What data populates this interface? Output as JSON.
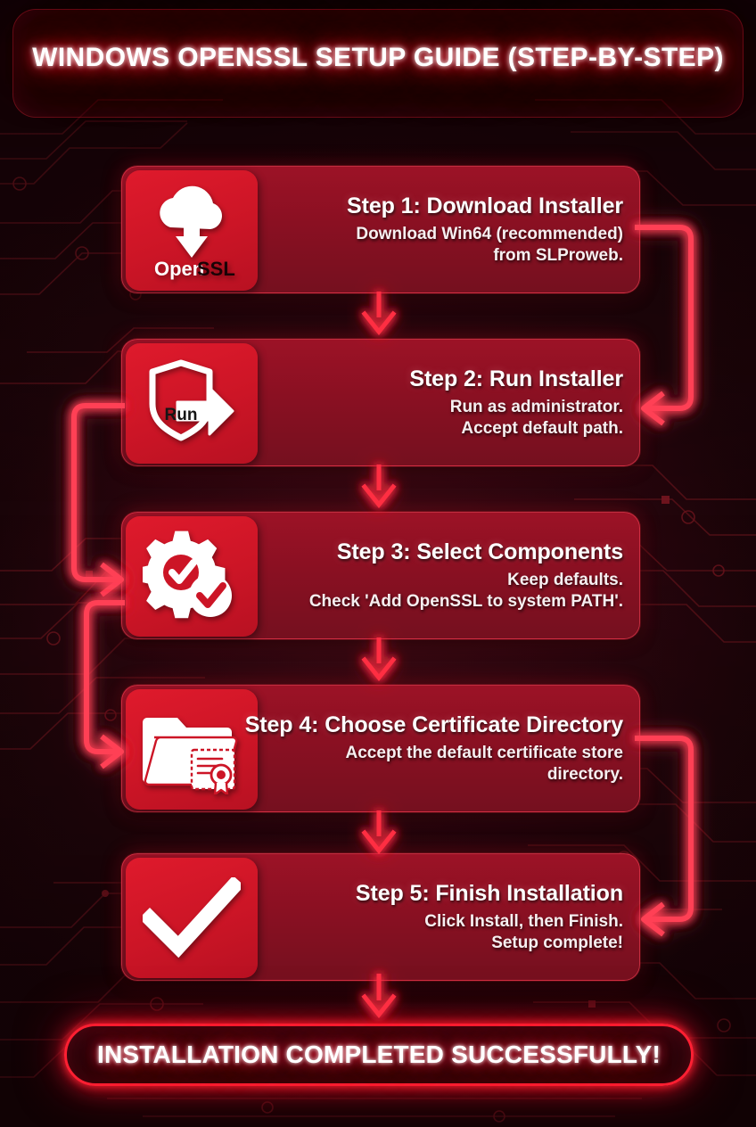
{
  "header": {
    "title": "WINDOWS OPENSSL SETUP GUIDE (STEP-BY-STEP)"
  },
  "steps": [
    {
      "title": "Step 1: Download Installer",
      "desc_line1": "Download Win64 (recommended)",
      "desc_line2": "from SLProweb.",
      "icon": "cloud-download-openssl-icon",
      "icon_label_light": "Open",
      "icon_label_dark": "SSL"
    },
    {
      "title": "Step 2: Run Installer",
      "desc_line1": "Run as administrator.",
      "desc_line2": "Accept default path.",
      "icon": "shield-run-arrow-icon",
      "icon_label_light": "Run",
      "icon_label_dark": ""
    },
    {
      "title": "Step 3: Select Components",
      "desc_line1": "Keep defaults.",
      "desc_line2": "Check 'Add OpenSSL to system PATH'.",
      "icon": "gear-checkmark-icon",
      "icon_label_light": "",
      "icon_label_dark": ""
    },
    {
      "title": "Step 4: Choose Certificate Directory",
      "desc_line1": "Accept the default certificate store",
      "desc_line2": "directory.",
      "icon": "folder-certificate-icon",
      "icon_label_light": "",
      "icon_label_dark": ""
    },
    {
      "title": "Step 5: Finish Installation",
      "desc_line1": "Click Install, then Finish.",
      "desc_line2": "Setup complete!",
      "icon": "checkmark-icon",
      "icon_label_light": "",
      "icon_label_dark": ""
    }
  ],
  "footer": {
    "text": "INSTALLATION COMPLETED SUCCESSFULLY!"
  },
  "colors": {
    "background": "#1a0408",
    "card_body": "#8f1023",
    "icon_tile": "#d01526",
    "neon_red": "#ff2134",
    "text_white": "#ffffff",
    "circuit_trace": "#5a1218"
  }
}
